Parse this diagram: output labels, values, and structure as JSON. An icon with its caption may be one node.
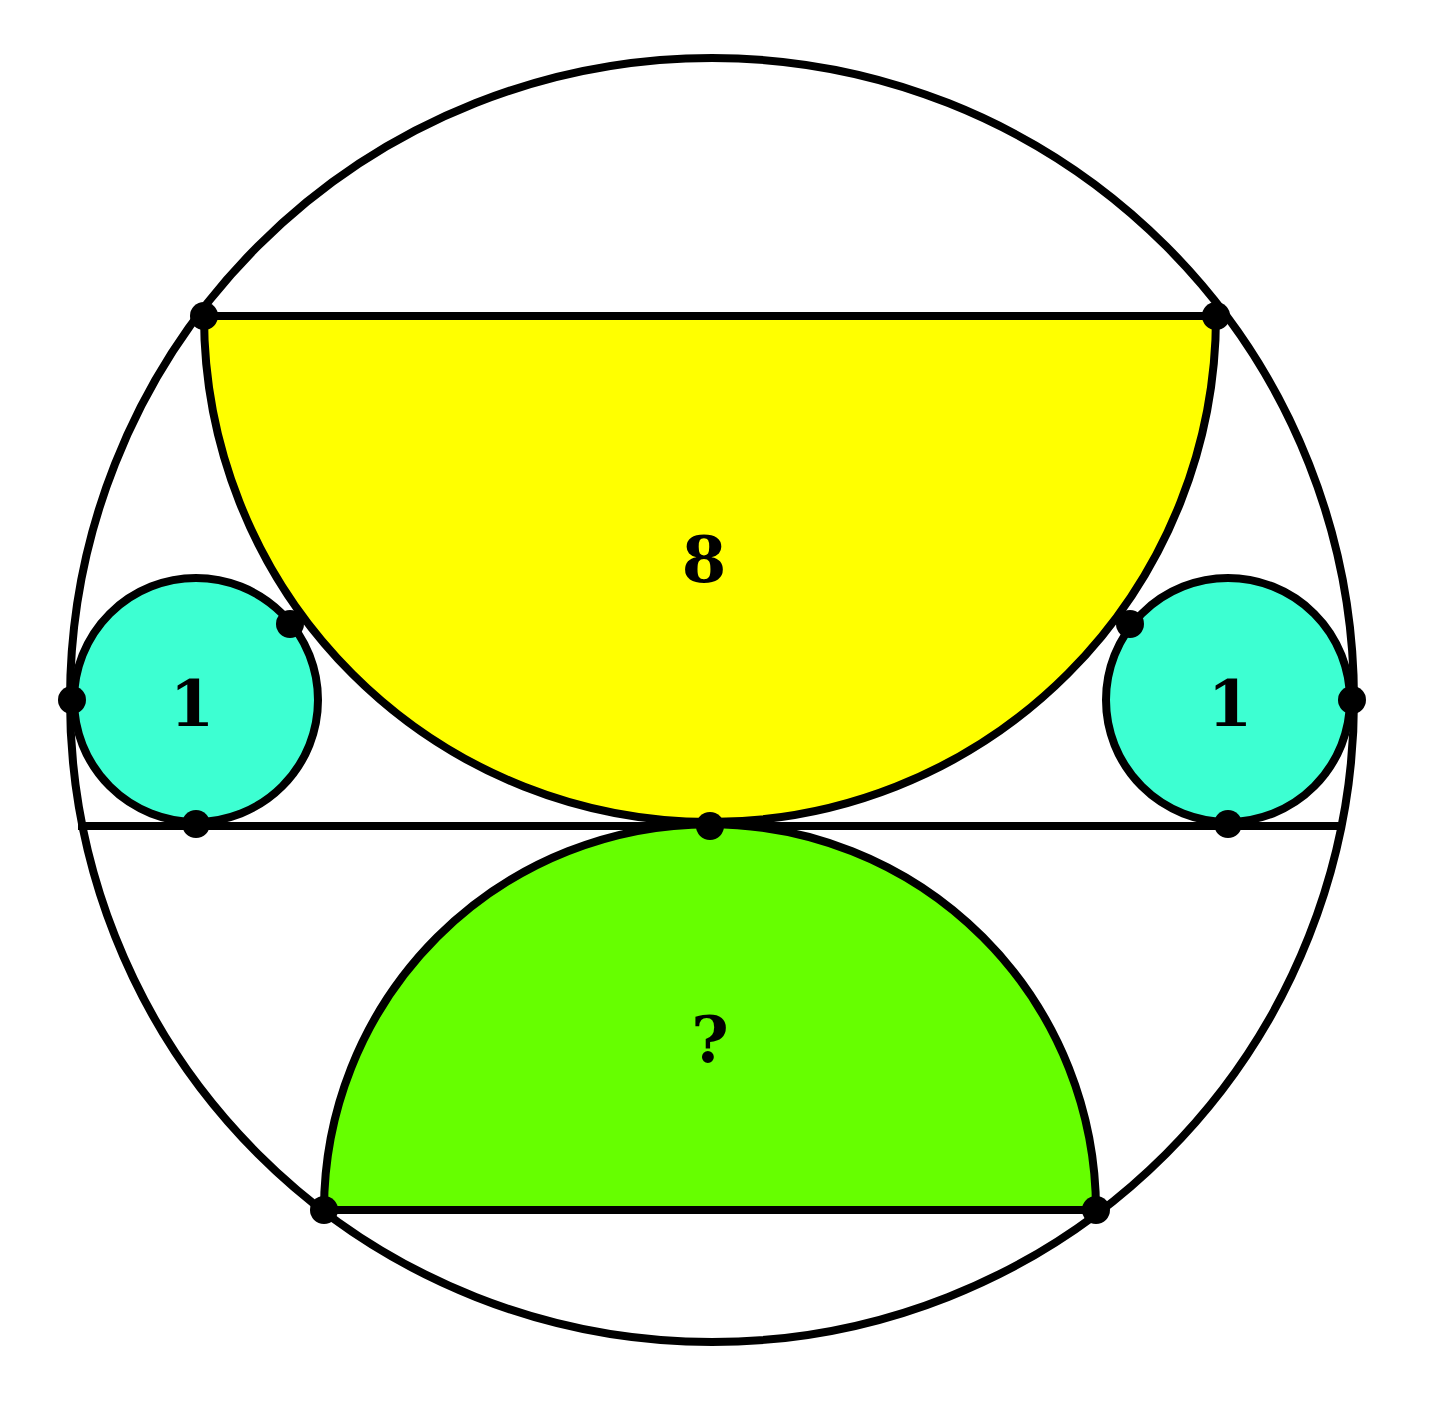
{
  "diagram": {
    "nodes": [
      {
        "text": [
          "8"
        ]
      },
      {
        "text": [
          "1"
        ]
      },
      {
        "text": [
          "1"
        ]
      },
      {
        "text": [
          "?"
        ]
      }
    ]
  }
}
